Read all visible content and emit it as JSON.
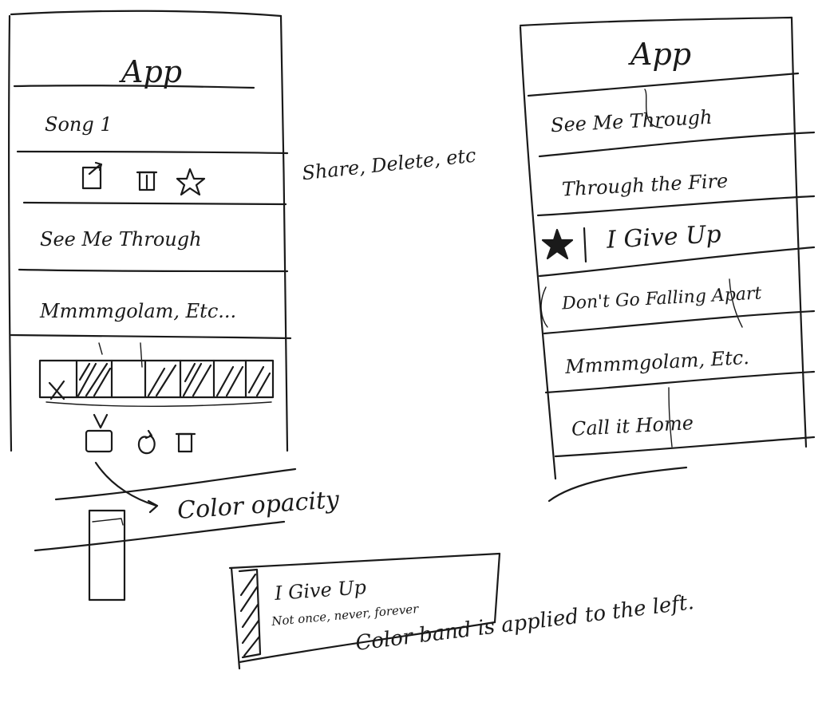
{
  "left_screen": {
    "title": "App",
    "song_row": "Song 1",
    "rows": [
      "See Me Through",
      "Mmmmgolam, Etc..."
    ]
  },
  "actions_note": "Share, Delete, etc",
  "color_note": "Color opacity",
  "right_screen": {
    "title": "App",
    "rows": [
      "See Me Through",
      "Through the Fire",
      "I Give Up",
      "Don't Go Falling Apart",
      "Mmmmgolam, Etc.",
      "Call it Home"
    ]
  },
  "card": {
    "title": "I Give Up",
    "subtitle": "Not once, never, forever"
  },
  "band_note": "Color band is applied to the left.",
  "icons": {
    "share": "share-icon",
    "delete": "trash-icon",
    "favorite": "star-icon",
    "palette_close": "x-icon",
    "tv": "tv-icon",
    "refresh": "refresh-icon",
    "trash2": "trash-icon",
    "star_filled": "star-filled-icon"
  }
}
